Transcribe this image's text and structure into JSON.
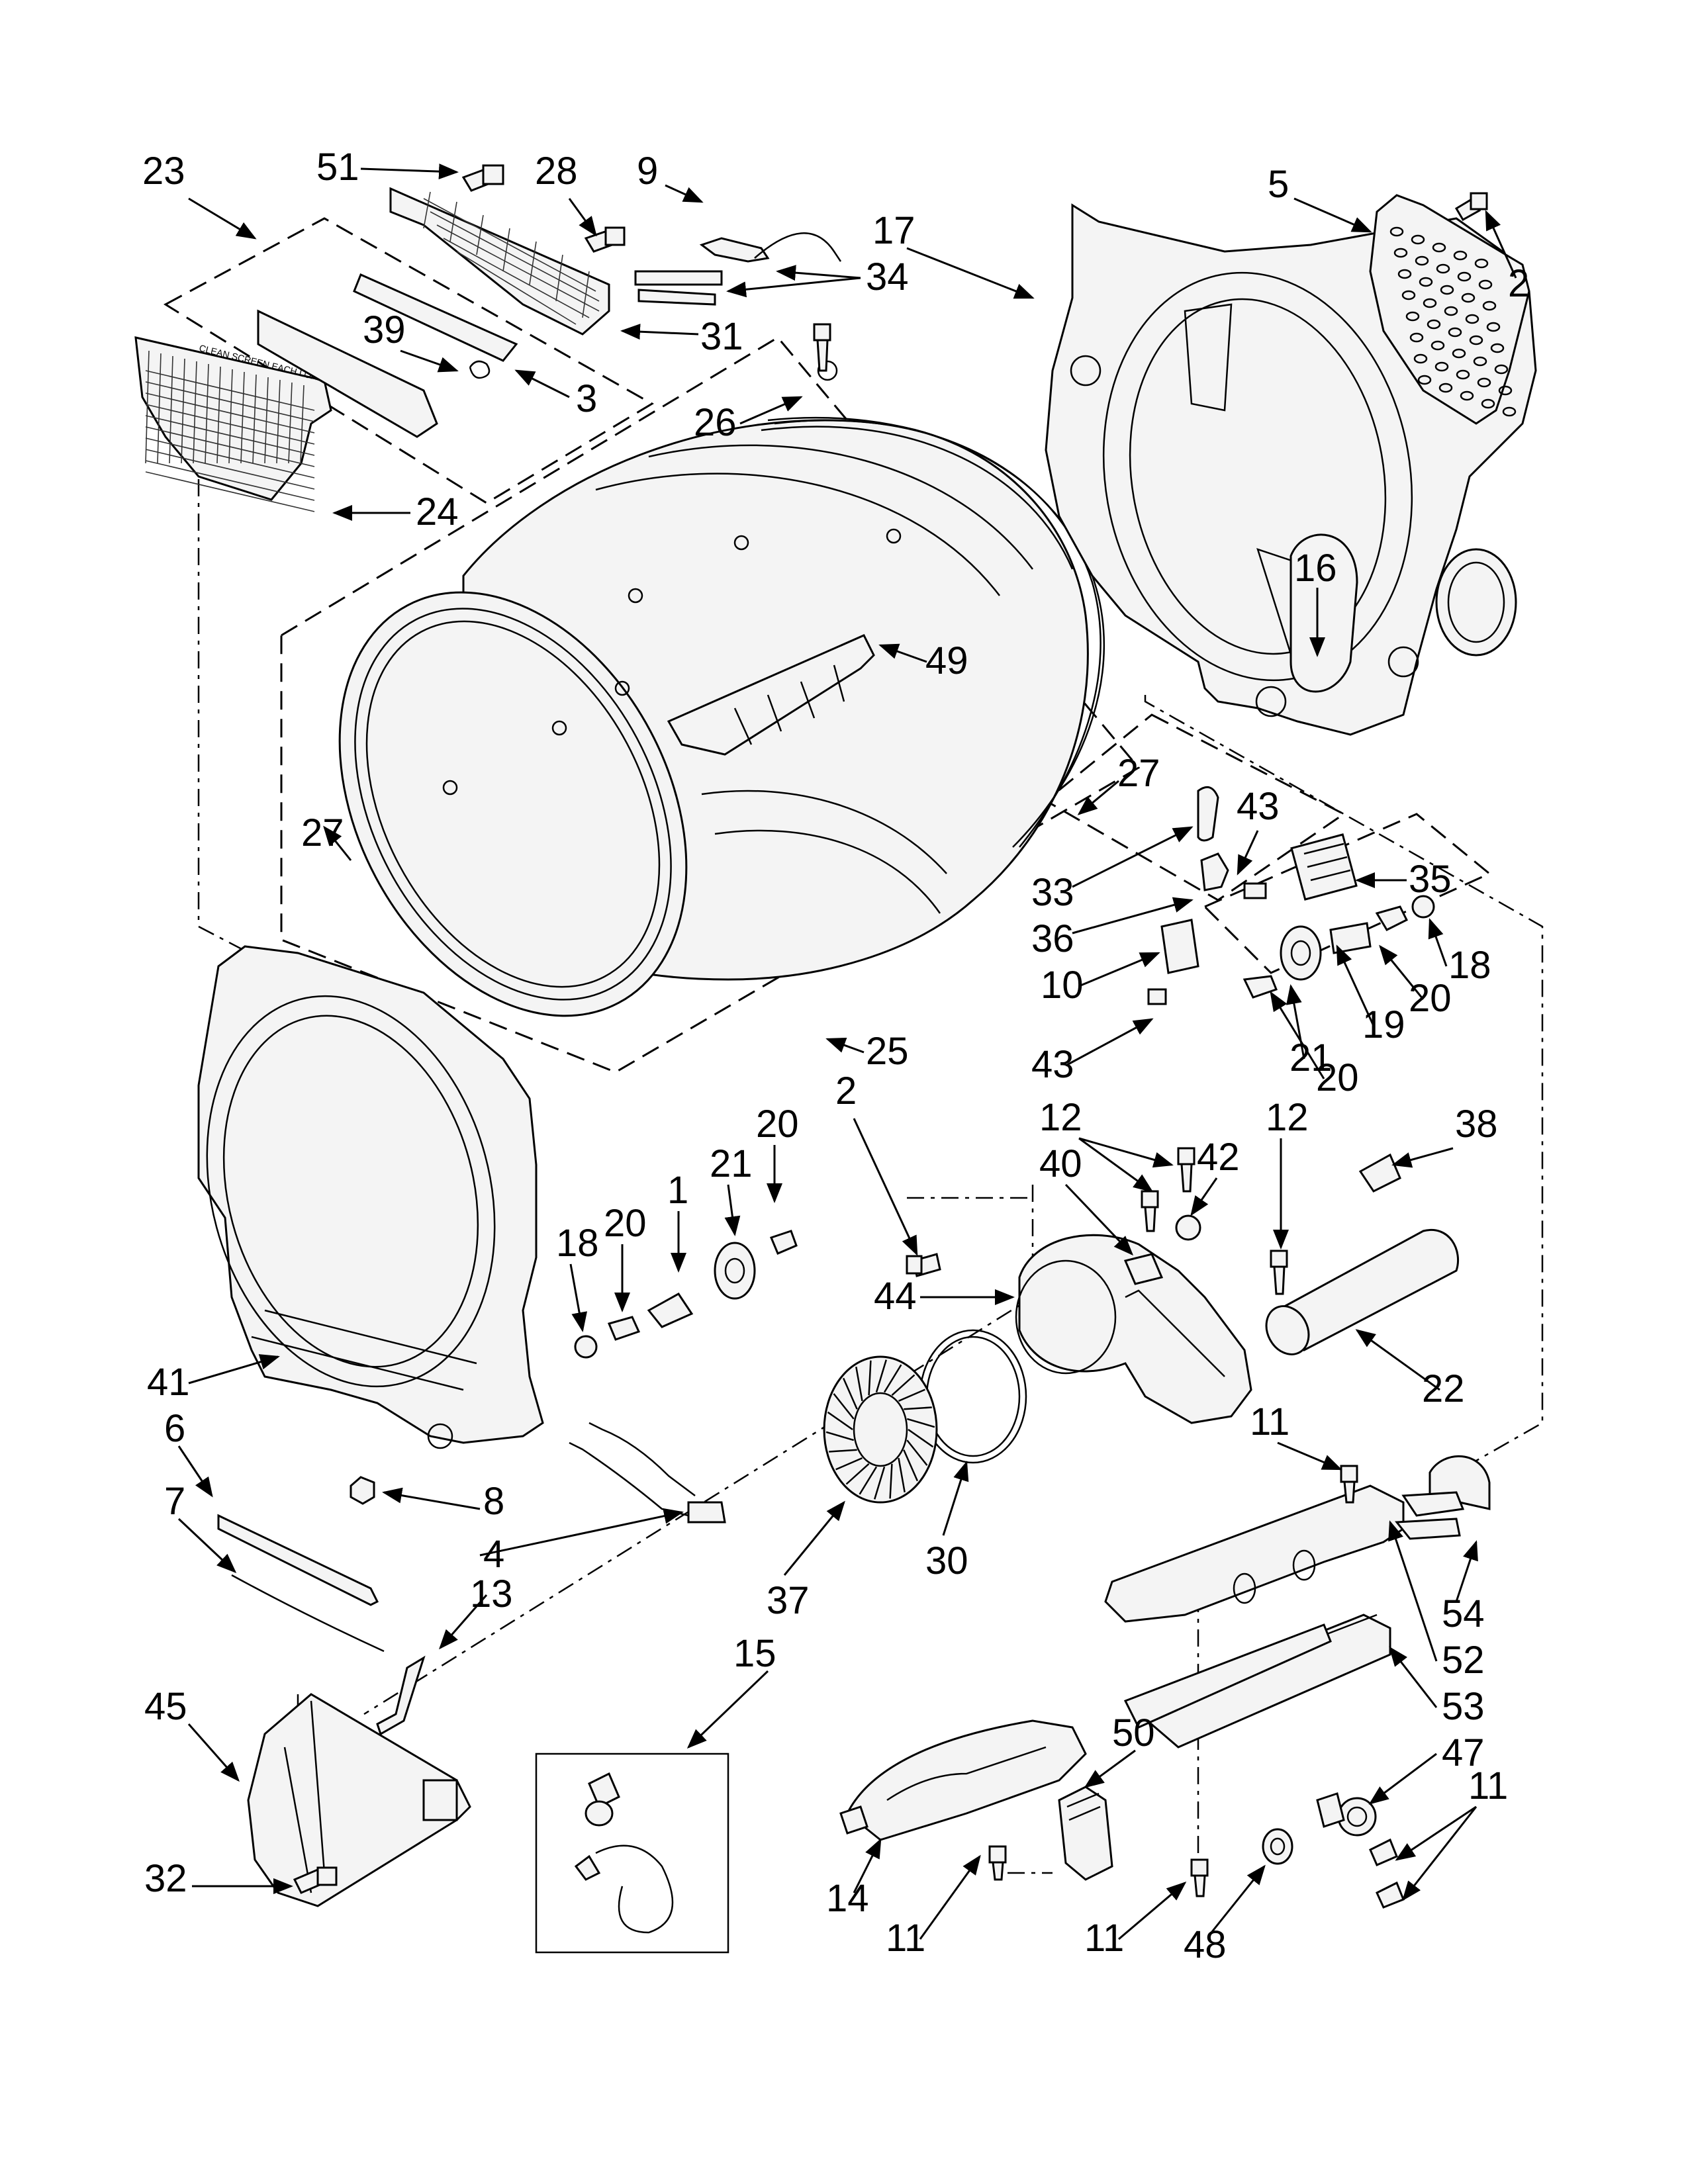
{
  "diagram": {
    "callouts": [
      {
        "id": "c1",
        "text": "23"
      },
      {
        "id": "c2",
        "text": "51"
      },
      {
        "id": "c3",
        "text": "28"
      },
      {
        "id": "c4",
        "text": "9"
      },
      {
        "id": "c5",
        "text": "17"
      },
      {
        "id": "c6",
        "text": "5"
      },
      {
        "id": "c7",
        "text": "2"
      },
      {
        "id": "c8",
        "text": "34"
      },
      {
        "id": "c9",
        "text": "31"
      },
      {
        "id": "c10",
        "text": "39"
      },
      {
        "id": "c11",
        "text": "3"
      },
      {
        "id": "c12",
        "text": "26"
      },
      {
        "id": "c13",
        "text": "24"
      },
      {
        "id": "c14",
        "text": "49"
      },
      {
        "id": "c15",
        "text": "16"
      },
      {
        "id": "c16",
        "text": "27"
      },
      {
        "id": "c17",
        "text": "27"
      },
      {
        "id": "c18",
        "text": "43"
      },
      {
        "id": "c19",
        "text": "33"
      },
      {
        "id": "c20",
        "text": "35"
      },
      {
        "id": "c21",
        "text": "36"
      },
      {
        "id": "c22",
        "text": "18"
      },
      {
        "id": "c23",
        "text": "10"
      },
      {
        "id": "c24",
        "text": "20"
      },
      {
        "id": "c25",
        "text": "19"
      },
      {
        "id": "c26",
        "text": "43"
      },
      {
        "id": "c27",
        "text": "21"
      },
      {
        "id": "c28",
        "text": "25"
      },
      {
        "id": "c29",
        "text": "20"
      },
      {
        "id": "c30",
        "text": "2"
      },
      {
        "id": "c31",
        "text": "20"
      },
      {
        "id": "c32",
        "text": "12"
      },
      {
        "id": "c33",
        "text": "12"
      },
      {
        "id": "c34",
        "text": "38"
      },
      {
        "id": "c35",
        "text": "21"
      },
      {
        "id": "c36",
        "text": "40"
      },
      {
        "id": "c37",
        "text": "42"
      },
      {
        "id": "c38",
        "text": "1"
      },
      {
        "id": "c39",
        "text": "18"
      },
      {
        "id": "c40",
        "text": "20"
      },
      {
        "id": "c41",
        "text": "44"
      },
      {
        "id": "c42",
        "text": "41"
      },
      {
        "id": "c43",
        "text": "22"
      },
      {
        "id": "c44",
        "text": "6"
      },
      {
        "id": "c45",
        "text": "11"
      },
      {
        "id": "c46",
        "text": "8"
      },
      {
        "id": "c47",
        "text": "7"
      },
      {
        "id": "c48",
        "text": "4"
      },
      {
        "id": "c49",
        "text": "37"
      },
      {
        "id": "c50",
        "text": "30"
      },
      {
        "id": "c51",
        "text": "54"
      },
      {
        "id": "c52",
        "text": "13"
      },
      {
        "id": "c53",
        "text": "52"
      },
      {
        "id": "c54",
        "text": "15"
      },
      {
        "id": "c55",
        "text": "45"
      },
      {
        "id": "c56",
        "text": "53"
      },
      {
        "id": "c57",
        "text": "50"
      },
      {
        "id": "c58",
        "text": "47"
      },
      {
        "id": "c59",
        "text": "11"
      },
      {
        "id": "c60",
        "text": "32"
      },
      {
        "id": "c61",
        "text": "14"
      },
      {
        "id": "c62",
        "text": "11"
      },
      {
        "id": "c63",
        "text": "11"
      },
      {
        "id": "c64",
        "text": "48"
      }
    ],
    "panel_text": "CLEAN SCREEN EACH LOAD"
  }
}
